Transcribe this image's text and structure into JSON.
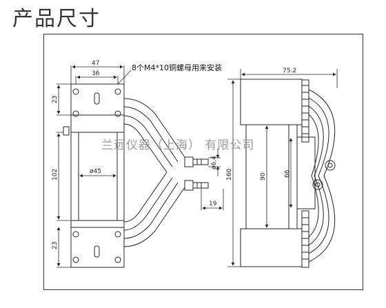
{
  "title": "产品尺寸",
  "note": "8个M4*10铜螺母用来安装",
  "watermark": "兰远仪器（上海） 有限公司",
  "dimensions": {
    "width_47": "47",
    "width_36": "36",
    "height_23_top": "23",
    "height_102": "102",
    "height_23_bottom": "23",
    "diameter_45": "ø45",
    "diameter_6_4": "ø6.4",
    "length_19": "19",
    "width_75_2": "75.2",
    "height_160": "160",
    "height_90": "90",
    "height_66": "66"
  }
}
